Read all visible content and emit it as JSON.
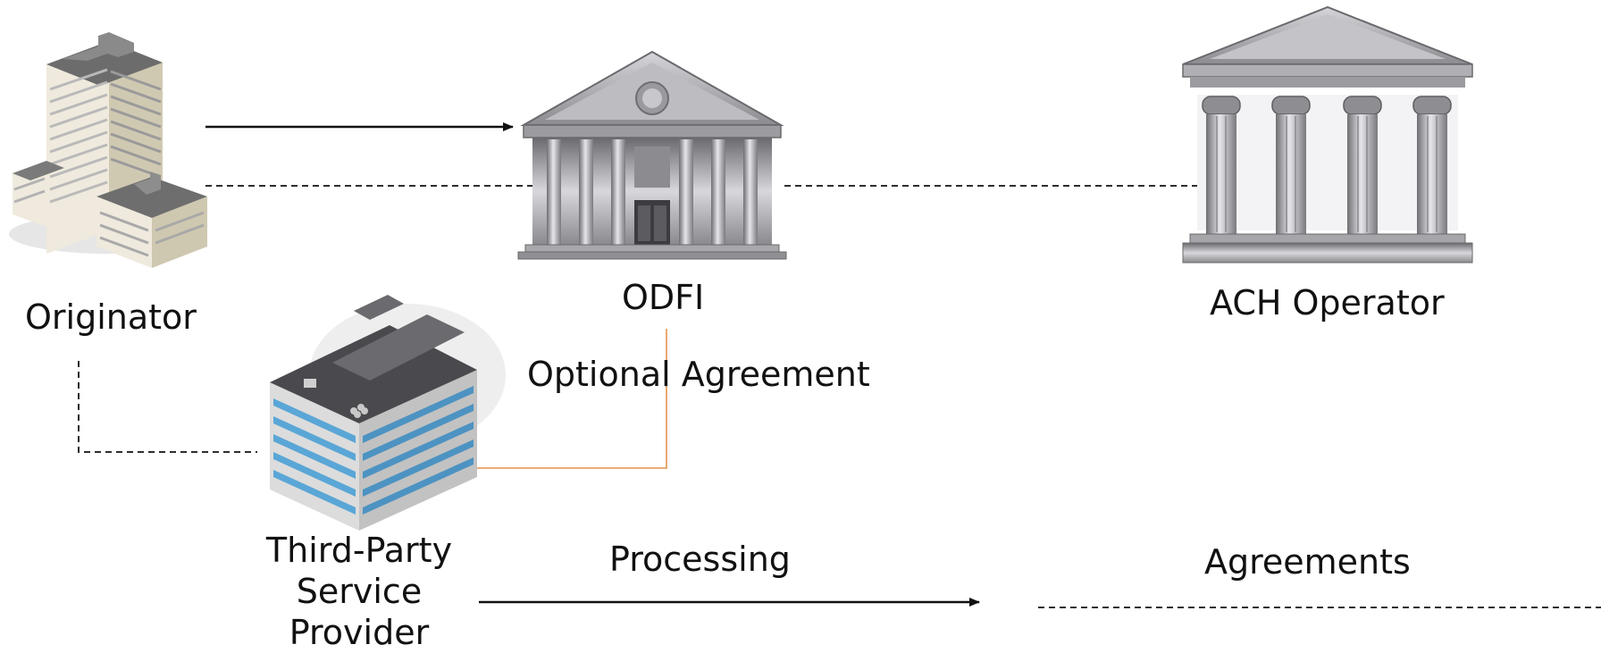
{
  "nodes": {
    "originator": {
      "label": "Originator"
    },
    "odfi": {
      "label": "ODFI"
    },
    "ach_operator": {
      "label": "ACH Operator"
    },
    "tpsp": {
      "label_lines": [
        "Third-Party",
        "Service",
        "Provider"
      ]
    }
  },
  "annotations": {
    "optional_agreement": "Optional Agreement"
  },
  "legend": {
    "processing": "Processing",
    "agreements": "Agreements"
  },
  "colors": {
    "line": "#111111",
    "optional_line": "#e8a060",
    "building_gray": "#a8a8ac",
    "roof_dark": "#4a4a4e",
    "window_blue": "#5aa6d6",
    "cream": "#e9e2c8"
  }
}
